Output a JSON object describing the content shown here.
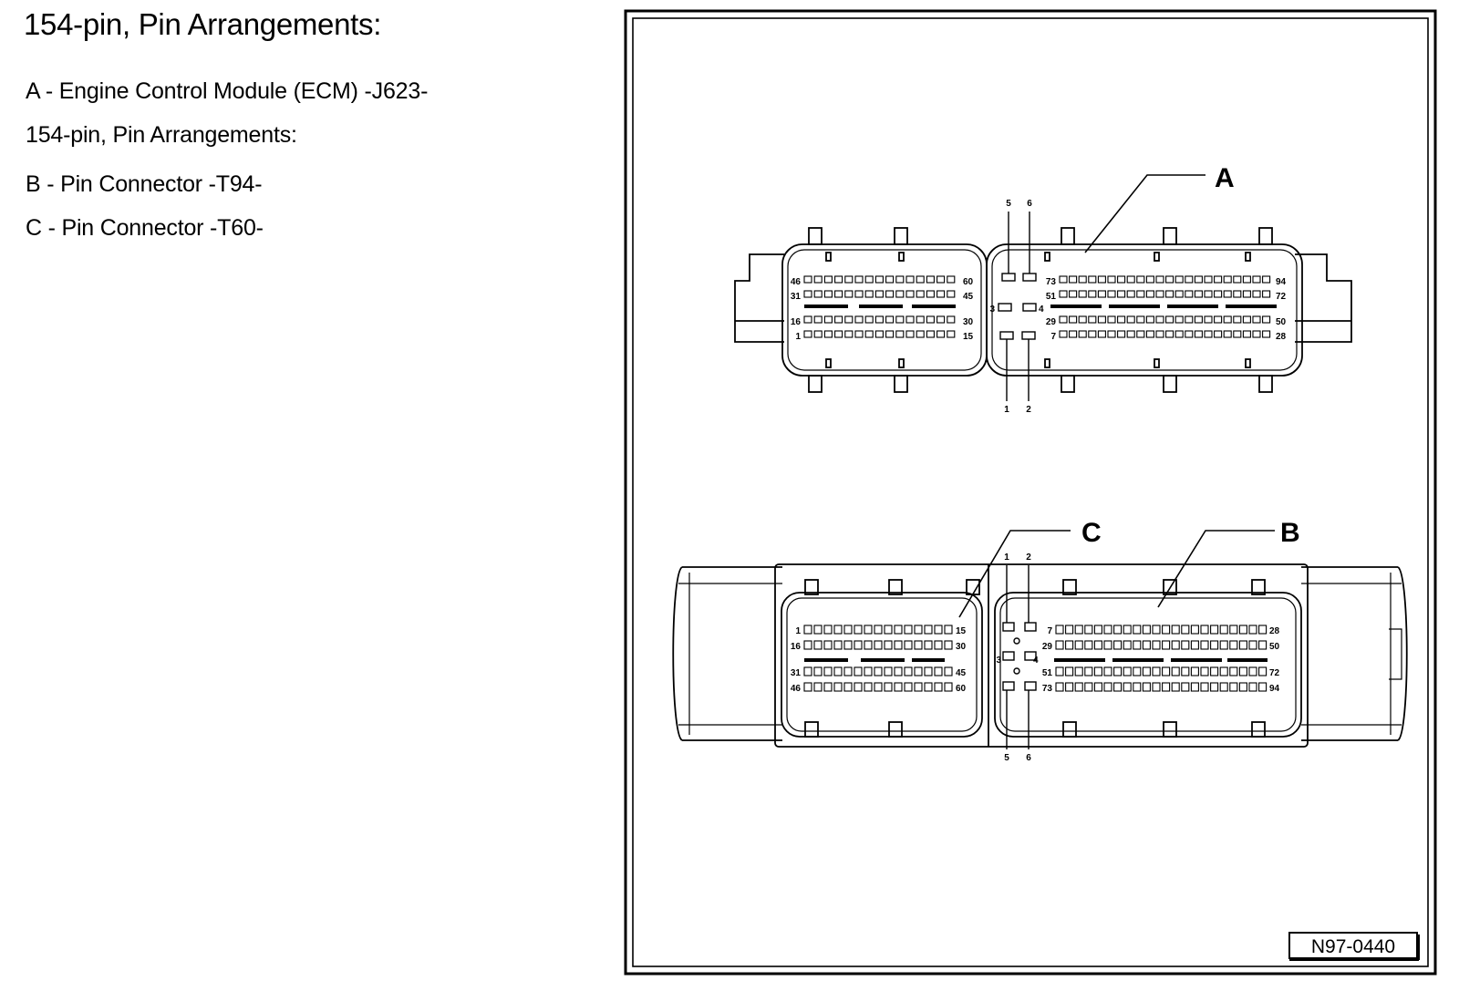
{
  "title": "154-pin, Pin Arrangements:",
  "legend": [
    {
      "text": "A - Engine Control Module (ECM) -J623-"
    },
    {
      "text": "154-pin, Pin Arrangements:"
    },
    {
      "text": "B - Pin Connector -T94-"
    },
    {
      "text": "C - Pin Connector -T60-"
    }
  ],
  "figure": {
    "reference": "N97-0440",
    "callouts": {
      "a": "A",
      "b": "B",
      "c": "C"
    },
    "ecm_small_pins": {
      "top": [
        "5",
        "6"
      ],
      "left": "3",
      "right": "4",
      "bottom": [
        "1",
        "2"
      ]
    },
    "ecm_left_rows": [
      {
        "start": "46",
        "end": "60"
      },
      {
        "start": "31",
        "end": "45"
      },
      {
        "start": "16",
        "end": "30"
      },
      {
        "start": "1",
        "end": "15"
      }
    ],
    "ecm_right_rows": [
      {
        "start": "73",
        "end": "94"
      },
      {
        "start": "51",
        "end": "72"
      },
      {
        "start": "29",
        "end": "50"
      },
      {
        "start": "7",
        "end": "28"
      }
    ],
    "conn_small_pins": {
      "top": [
        "1",
        "2"
      ],
      "left": "3",
      "right": "4",
      "bottom": [
        "5",
        "6"
      ]
    },
    "t60_rows": [
      {
        "start": "1",
        "end": "15"
      },
      {
        "start": "16",
        "end": "30"
      },
      {
        "start": "31",
        "end": "45"
      },
      {
        "start": "46",
        "end": "60"
      }
    ],
    "t94_rows": [
      {
        "start": "7",
        "end": "28"
      },
      {
        "start": "29",
        "end": "50"
      },
      {
        "start": "51",
        "end": "72"
      },
      {
        "start": "73",
        "end": "94"
      }
    ]
  }
}
